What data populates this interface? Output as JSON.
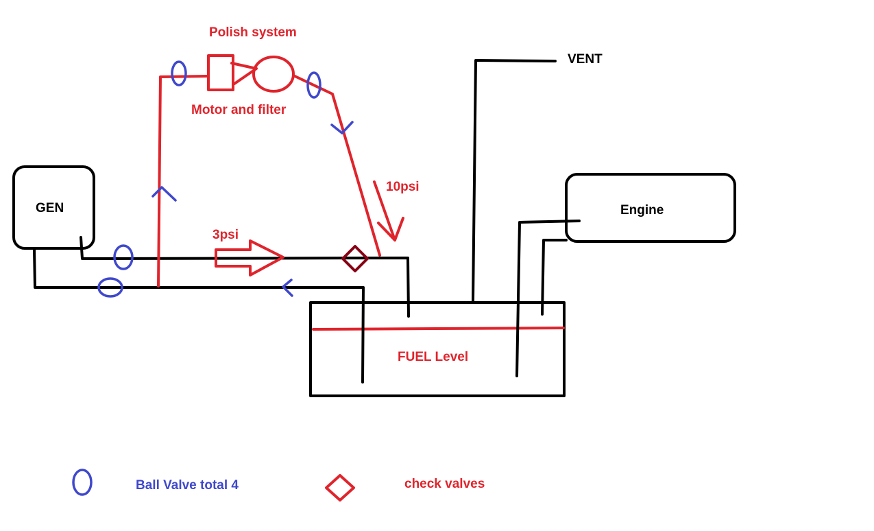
{
  "labels": {
    "polish_system": "Polish system",
    "motor_and_filter": "Motor and filter",
    "vent": "VENT",
    "gen": "GEN",
    "engine": "Engine",
    "pressure_low": "3psi",
    "pressure_high": "10psi",
    "fuel_level": "FUEL Level"
  },
  "legend": {
    "ball_valve": "Ball Valve total 4",
    "check_valves": "check valves"
  },
  "colors": {
    "line": "#000000",
    "polish_red": "#e0242c",
    "valve_blue": "#3f48cc",
    "check_valve": "#880015"
  }
}
